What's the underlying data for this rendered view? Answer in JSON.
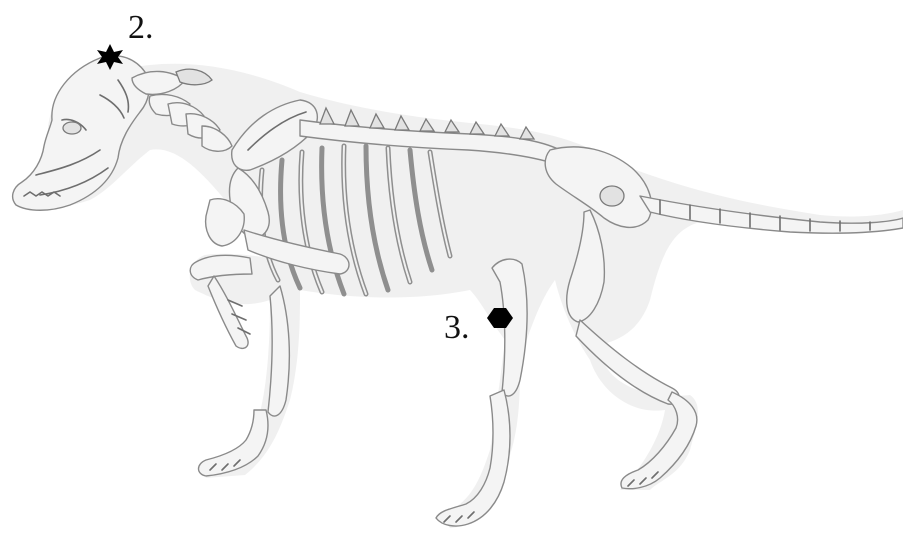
{
  "markers": [
    {
      "label": "2.",
      "shape": "star",
      "color": "#000000"
    },
    {
      "label": "3.",
      "shape": "hexagon",
      "color": "#000000"
    }
  ],
  "colors": {
    "background": "#ffffff",
    "outline": "#6e6e6e",
    "bone": "#f4f4f4",
    "marker": "#000000"
  }
}
